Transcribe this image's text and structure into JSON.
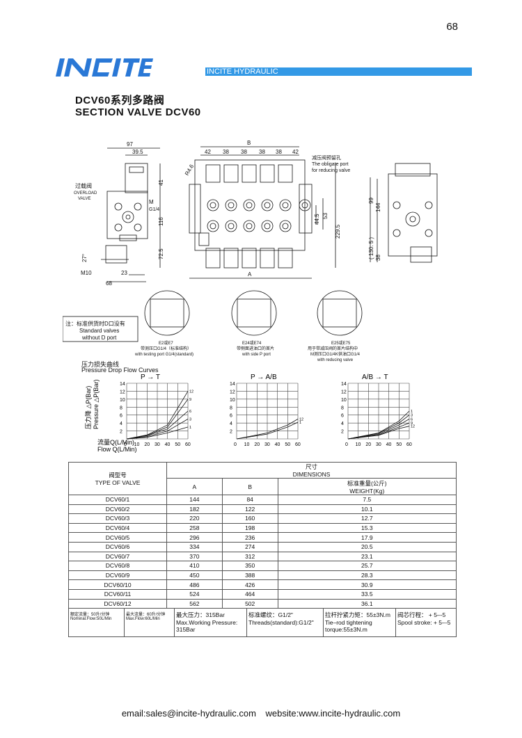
{
  "page_number": "68",
  "brand": {
    "logo_text": "INCITE",
    "bar_text": "INCITE HYDRAULIC",
    "accent_color": "#3399e6"
  },
  "title": {
    "cn": "DCV60系列多路阀",
    "en": "SECTION VALVE DCV60"
  },
  "drawing": {
    "dim_97": "97",
    "dim_39_5": "39.5",
    "dim_b": "B",
    "section_widths": [
      "42",
      "38",
      "38",
      "38",
      "38",
      "42"
    ],
    "dim_41": "41",
    "dim_116": "116",
    "dim_72_5": "72.5",
    "dim_27": "27°",
    "dim_m10": "M10",
    "dim_23": "23",
    "dim_68": "68",
    "dim_a": "A",
    "dim_r46": "R4.6",
    "dim_m": "M",
    "dim_g14": "G1/4",
    "dim_44_5": "44.5",
    "dim_53": "53",
    "dim_229_5": "229.5",
    "dim_99": "99",
    "dim_144": "144",
    "dim_130_5": "( 130. 5 )",
    "dim_38": "38",
    "overload_cn": "过载阀",
    "overload_en1": "OVERLOAD",
    "overload_en2": "VALVE",
    "reduce_cn": "减压阀预留孔",
    "reduce_en1": "The obligate port",
    "reduce_en2": "for reducing valve",
    "note_cn": "注：标准供货时D口没有",
    "note_en1": "Standard valves",
    "note_en2": "without D port",
    "e7_cn1": "E2或E7",
    "e7_cn2": "带测压口G1/4（标准结构）",
    "e7_en": "with testing port G1/4(standard)",
    "e74_cn1": "E24或E74",
    "e74_cn2": "带侧面进油口的首片",
    "e74_en": "with side P port",
    "e75_cn1": "E25或E75",
    "e75_cn2": "用于带减压阀的首片结构中",
    "e75_cn3": "M测压口G1/4K供油口G1/4",
    "e75_en": "with reducing valve"
  },
  "pressure": {
    "title_cn": "压力损失曲线",
    "title_en": "Pressure Drop Flow Curves",
    "ylabel_cn": "压力降 △P(Bar)",
    "ylabel_en": "Pressure △P(Bar)",
    "xlabel_cn": "流量Q(L/Min)",
    "xlabel_en": "Flow Q(L/Min)"
  },
  "chart_data": [
    {
      "type": "line",
      "title": "P → T",
      "x": [
        0,
        10,
        20,
        30,
        40,
        50,
        60
      ],
      "ylim": [
        0,
        14
      ],
      "yticks": [
        "2",
        "4",
        "6",
        "8",
        "10",
        "12",
        "14"
      ],
      "xticks": [
        "0",
        "10",
        "20",
        "30",
        "40",
        "50",
        "60"
      ],
      "series": [
        {
          "name": "12",
          "points": [
            [
              0,
              0
            ],
            [
              20,
              1
            ],
            [
              40,
              3.5
            ],
            [
              60,
              12
            ]
          ]
        },
        {
          "name": "9",
          "points": [
            [
              0,
              0
            ],
            [
              20,
              0.9
            ],
            [
              40,
              3
            ],
            [
              60,
              10
            ]
          ]
        },
        {
          "name": "6",
          "points": [
            [
              0,
              0
            ],
            [
              20,
              0.8
            ],
            [
              40,
              2.5
            ],
            [
              60,
              7
            ]
          ]
        },
        {
          "name": "3",
          "points": [
            [
              0,
              0
            ],
            [
              20,
              0.6
            ],
            [
              40,
              2
            ],
            [
              60,
              5
            ]
          ]
        },
        {
          "name": "1",
          "points": [
            [
              0,
              0
            ],
            [
              20,
              0.4
            ],
            [
              40,
              1.5
            ],
            [
              60,
              3
            ]
          ]
        }
      ]
    },
    {
      "type": "line",
      "title": "P → A/B",
      "x": [
        0,
        10,
        20,
        30,
        40,
        50,
        60
      ],
      "ylim": [
        0,
        14
      ],
      "yticks": [
        "2",
        "4",
        "6",
        "8",
        "10",
        "12",
        "14"
      ],
      "xticks": [
        "0",
        "10",
        "20",
        "30",
        "40",
        "50",
        "60"
      ],
      "series": [
        {
          "name": "12",
          "points": [
            [
              0,
              0
            ],
            [
              30,
              1.5
            ],
            [
              50,
              3.5
            ],
            [
              60,
              5
            ]
          ]
        },
        {
          "name": "1",
          "points": [
            [
              0,
              0
            ],
            [
              30,
              1.2
            ],
            [
              50,
              3
            ],
            [
              60,
              4.2
            ]
          ]
        }
      ]
    },
    {
      "type": "line",
      "title": "A/B → T",
      "x": [
        0,
        10,
        20,
        30,
        40,
        50,
        60
      ],
      "ylim": [
        0,
        14
      ],
      "yticks": [
        "2",
        "4",
        "6",
        "8",
        "10",
        "12",
        "14"
      ],
      "xticks": [
        "0",
        "10",
        "20",
        "30",
        "40",
        "50",
        "60"
      ],
      "series": [
        {
          "name": "1",
          "points": [
            [
              0,
              0
            ],
            [
              30,
              1.5
            ],
            [
              50,
              4.5
            ],
            [
              60,
              7
            ]
          ]
        },
        {
          "name": "3",
          "points": [
            [
              0,
              0
            ],
            [
              30,
              1.4
            ],
            [
              50,
              4
            ],
            [
              60,
              6
            ]
          ]
        },
        {
          "name": "6",
          "points": [
            [
              0,
              0
            ],
            [
              30,
              1.2
            ],
            [
              50,
              3.5
            ],
            [
              60,
              5
            ]
          ]
        },
        {
          "name": "9",
          "points": [
            [
              0,
              0
            ],
            [
              30,
              1
            ],
            [
              50,
              3
            ],
            [
              60,
              4
            ]
          ]
        },
        {
          "name": "12",
          "points": [
            [
              0,
              0
            ],
            [
              30,
              0.9
            ],
            [
              50,
              2.6
            ],
            [
              60,
              3.2
            ]
          ]
        }
      ]
    }
  ],
  "table": {
    "type_cn": "阀型号",
    "type_en": "TYPE OF VALVE",
    "dim_cn": "尺寸",
    "dim_en": "DIMENSIONS",
    "col_a": "A",
    "col_b": "B",
    "weight_cn": "标准重量(公斤)",
    "weight_en": "WEIGHT(Kg)",
    "rows": [
      [
        "DCV60/1",
        "144",
        "84",
        "7.5"
      ],
      [
        "DCV60/2",
        "182",
        "122",
        "10.1"
      ],
      [
        "DCV60/3",
        "220",
        "160",
        "12.7"
      ],
      [
        "DCV60/4",
        "258",
        "198",
        "15.3"
      ],
      [
        "DCV60/5",
        "296",
        "236",
        "17.9"
      ],
      [
        "DCV60/6",
        "334",
        "274",
        "20.5"
      ],
      [
        "DCV60/7",
        "370",
        "312",
        "23.1"
      ],
      [
        "DCV60/8",
        "410",
        "350",
        "25.7"
      ],
      [
        "DCV60/9",
        "450",
        "388",
        "28.3"
      ],
      [
        "DCV60/10",
        "486",
        "426",
        "30.9"
      ],
      [
        "DCV60/11",
        "524",
        "464",
        "33.5"
      ],
      [
        "DCV60/12",
        "562",
        "502",
        "36.1"
      ]
    ],
    "footer": [
      {
        "l1": "额定流量：50升/分钟",
        "l2": "Nominal.Flow:50L/Min",
        "small": true
      },
      {
        "l1": "最大流量：60升/分钟",
        "l2": "Max.Flow:60L/Min",
        "small": true
      },
      {
        "l1": "最大压力：315Bar",
        "l2": "Max.Working Pressure:",
        "l3": "315Bar"
      },
      {
        "l1": "标准螺纹：G1/2\"",
        "l2": "Threads(standard):G1/2\""
      },
      {
        "l1": "拉杆拧紧力矩：55±3N.m",
        "l2": "Tie–rod tightening",
        "l3": "torque:55±3N.m"
      },
      {
        "l1": "阀芯行程： + 5–-5",
        "l2": "Spool stroke: + 5–-5"
      }
    ]
  },
  "footer": {
    "email": "email:sales@incite-hydraulic.com",
    "website": "website:www.incite-hydraulic.com"
  }
}
